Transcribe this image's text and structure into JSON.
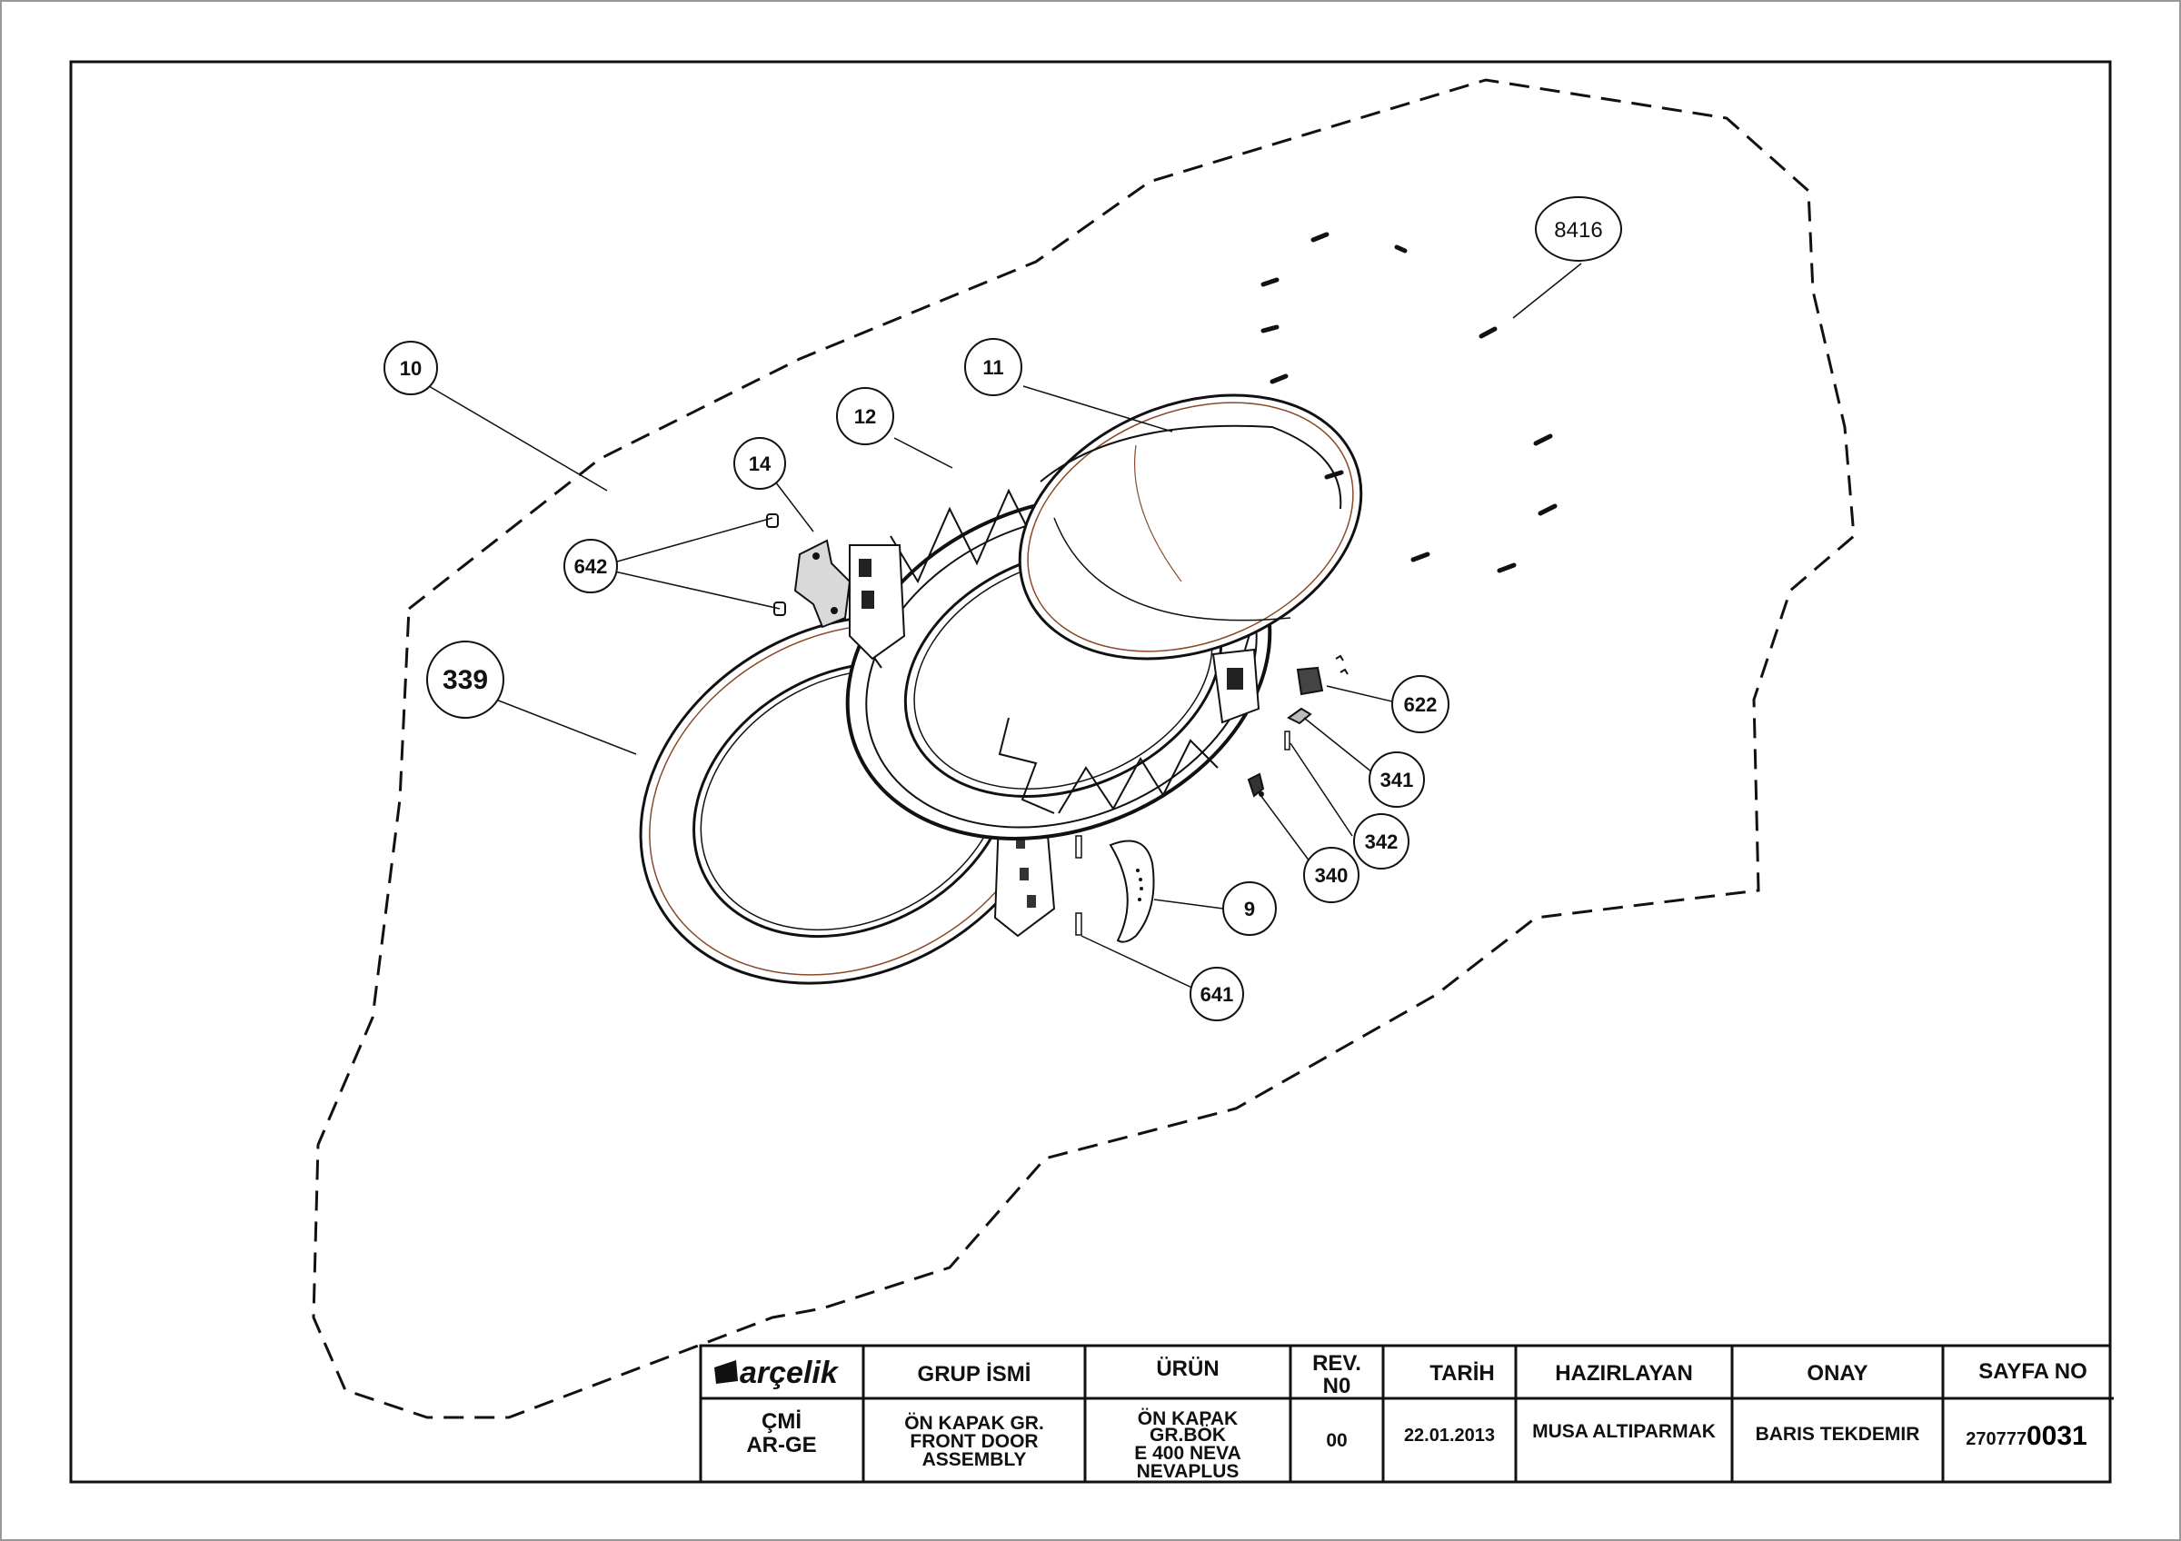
{
  "callouts": [
    {
      "id": "10",
      "label": "10"
    },
    {
      "id": "11",
      "label": "11"
    },
    {
      "id": "12",
      "label": "12"
    },
    {
      "id": "14",
      "label": "14"
    },
    {
      "id": "642",
      "label": "642"
    },
    {
      "id": "339",
      "label": "339"
    },
    {
      "id": "8416",
      "label": "8416"
    },
    {
      "id": "622",
      "label": "622"
    },
    {
      "id": "341",
      "label": "341"
    },
    {
      "id": "342",
      "label": "342"
    },
    {
      "id": "340",
      "label": "340"
    },
    {
      "id": "9",
      "label": "9"
    },
    {
      "id": "641",
      "label": "641"
    }
  ],
  "title_block": {
    "logo": "arçelik",
    "headers": {
      "group": "GRUP İSMİ",
      "product": "ÜRÜN",
      "rev_line1": "REV.",
      "rev_line2": "N0",
      "date": "TARİH",
      "prepared": "HAZIRLAYAN",
      "approved": "ONAY",
      "page": "SAYFA NO"
    },
    "dept_line1": "ÇMİ",
    "dept_line2": "AR-GE",
    "group_line1": "ÖN KAPAK GR.",
    "group_line2": "FRONT DOOR",
    "group_line3": "ASSEMBLY",
    "product_line1": "ÖN KAPAK",
    "product_line2": "GR.BÖK",
    "product_line3": "E 400 NEVA",
    "product_line4": "NEVAPLUS",
    "rev": "00",
    "date": "22.01.2013",
    "prepared_by": "MUSA ALTIPARMAK",
    "approved_by": "BARIS TEKDEMIR",
    "page_prefix": "270777",
    "page_suffix": "0031"
  }
}
